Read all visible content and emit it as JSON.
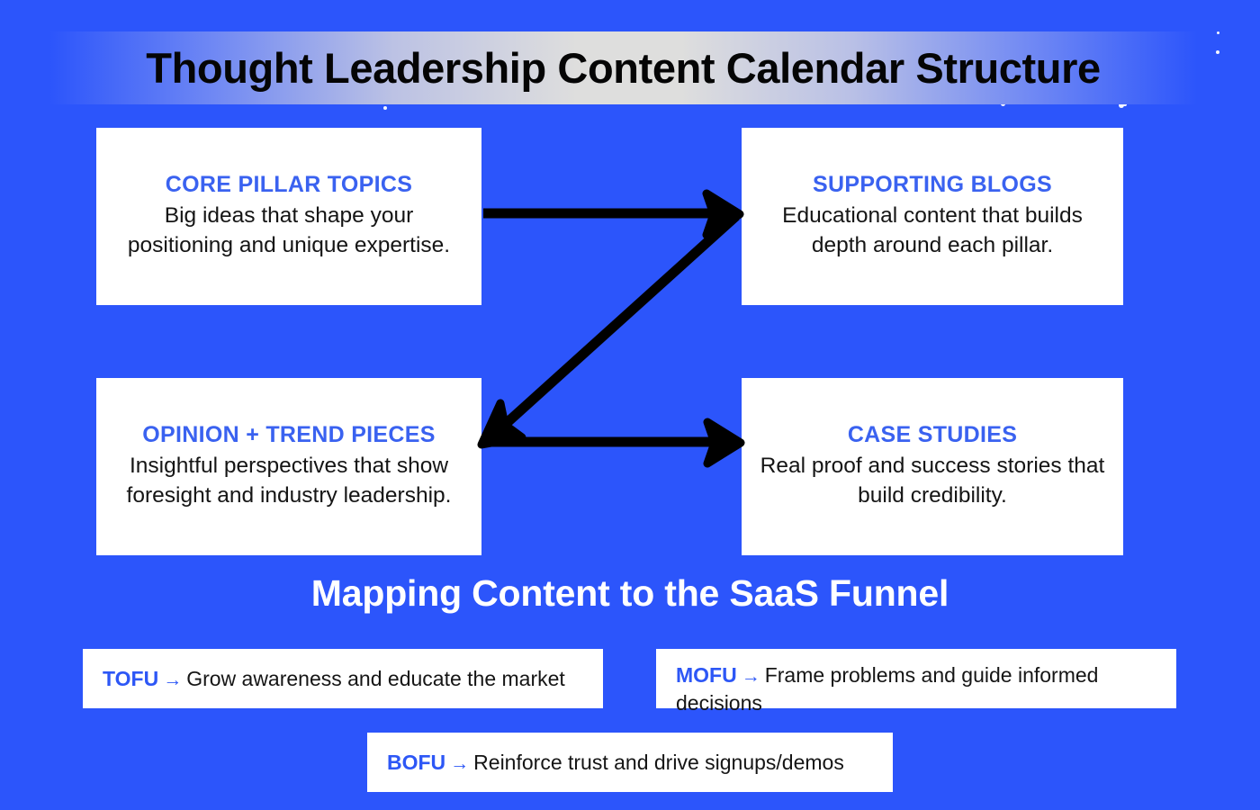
{
  "title": "Thought Leadership Content Calendar Structure",
  "colors": {
    "background_blue": "#2C55FB",
    "accent_blue": "#3A62F0",
    "tag_blue": "#2D57F6",
    "card_white": "#FFFFFF",
    "body_text": "#151515",
    "arrow_black": "#000000",
    "title_band_center": "#DEDEDD"
  },
  "cards": [
    {
      "id": "core-pillar-topics",
      "title": "CORE PILLAR TOPICS",
      "body": "Big ideas that shape your positioning and unique expertise."
    },
    {
      "id": "supporting-blogs",
      "title": "SUPPORTING BLOGS",
      "body": "Educational content that builds depth around each pillar."
    },
    {
      "id": "opinion-trend-pieces",
      "title": "OPINION + TREND PIECES",
      "body": "Insightful perspectives that show foresight and industry leadership."
    },
    {
      "id": "case-studies",
      "title": "CASE STUDIES",
      "body": "Real proof and success stories that build credibility."
    }
  ],
  "funnel": {
    "heading": "Mapping Content to the SaaS Funnel",
    "arrow_glyph": "→",
    "stages": [
      {
        "id": "tofu",
        "tag": "TOFU",
        "description": "Grow awareness and educate the market"
      },
      {
        "id": "mofu",
        "tag": "MOFU",
        "description": "Frame problems and guide informed decisions"
      },
      {
        "id": "bofu",
        "tag": "BOFU",
        "description": "Reinforce trust and drive signups/demos"
      }
    ]
  },
  "connectors": [
    {
      "id": "core-to-blogs",
      "from": "core-pillar-topics",
      "to": "supporting-blogs",
      "shape": "horizontal-arrow-right"
    },
    {
      "id": "blogs-to-opinion",
      "from": "supporting-blogs",
      "to": "opinion-trend-pieces",
      "shape": "diagonal-arrow-down-left"
    },
    {
      "id": "opinion-to-case",
      "from": "opinion-trend-pieces",
      "to": "case-studies",
      "shape": "horizontal-arrow-right"
    }
  ]
}
